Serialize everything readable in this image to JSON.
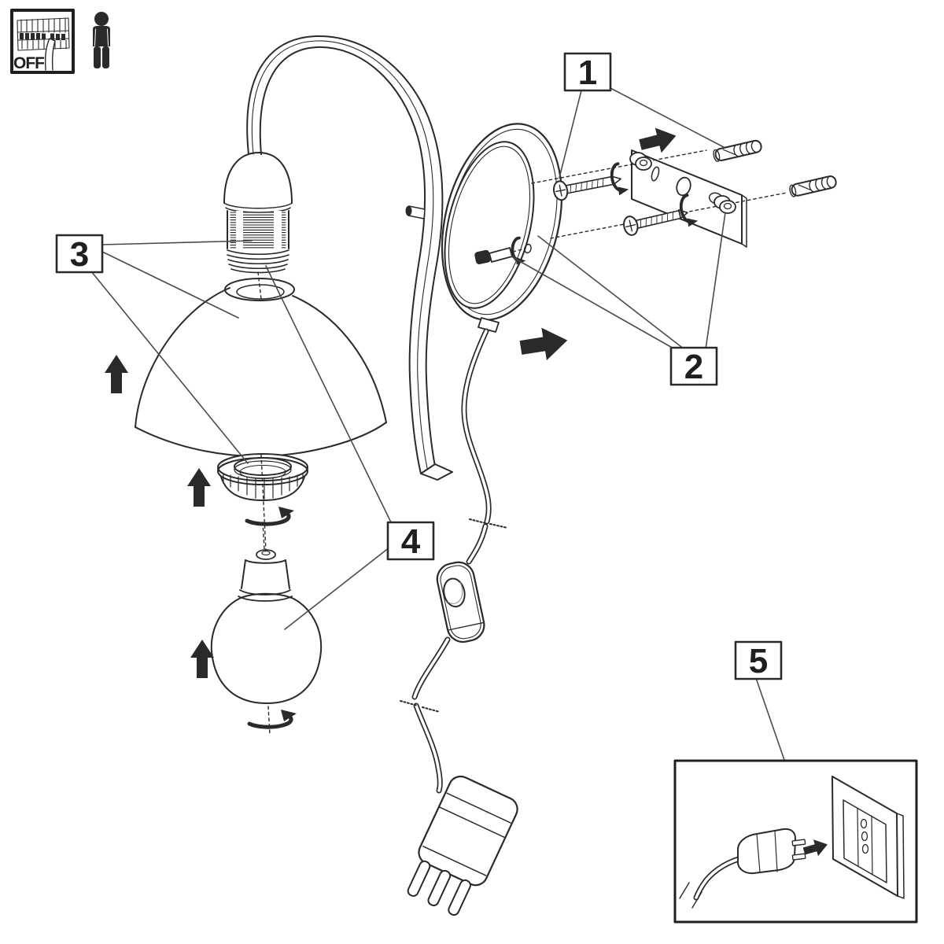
{
  "colors": {
    "ink": "#2a2a2a",
    "background": "#ffffff",
    "leader_line": "#4b4b4b"
  },
  "safety_notice": {
    "breaker_label": "OFF"
  },
  "callouts": {
    "step1": "1",
    "step2": "2",
    "step3": "3",
    "step4": "4",
    "step5": "5"
  },
  "icons": {
    "breaker_panel_icon": "circuit-breaker power-off pictogram",
    "person_icon": "person pictogram",
    "up_arrow_icon": "▲",
    "rotate_arrow_icon": "↻",
    "insert_arrow_icon": "➤"
  }
}
